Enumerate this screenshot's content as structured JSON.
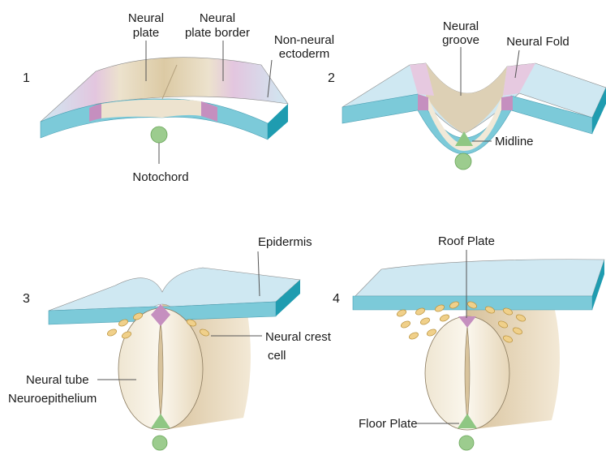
{
  "colors": {
    "ectoderm_top": "#cfe8f2",
    "ectoderm_side": "#6ec3d6",
    "ectoderm_dark": "#2ea3b8",
    "neural_plate": "#e8dcc4",
    "border": "#c99ac2",
    "border_light": "#e6c9e0",
    "notochord": "#9ccc8e",
    "floor_plate": "#8fc783",
    "crest_cell": "#f0d08a",
    "tube_fill": "#f5efe2"
  },
  "panel1": {
    "number": "1",
    "label_neural_plate_1": "Neural",
    "label_neural_plate_2": "plate",
    "label_border_1": "Neural",
    "label_border_2": "plate border",
    "label_nonneural_1": "Non-neural",
    "label_nonneural_2": "ectoderm",
    "label_notochord": "Notochord"
  },
  "panel2": {
    "number": "2",
    "label_groove_1": "Neural",
    "label_groove_2": "groove",
    "label_fold": "Neural Fold",
    "label_midline": "Midline"
  },
  "panel3": {
    "number": "3",
    "label_epidermis": "Epidermis",
    "label_crest_1": "Neural crest",
    "label_crest_2": "cell",
    "label_tube_1": "Neural tube",
    "label_tube_2": "Neuroepithelium"
  },
  "panel4": {
    "number": "4",
    "label_roof": "Roof Plate",
    "label_floor": "Floor Plate"
  }
}
